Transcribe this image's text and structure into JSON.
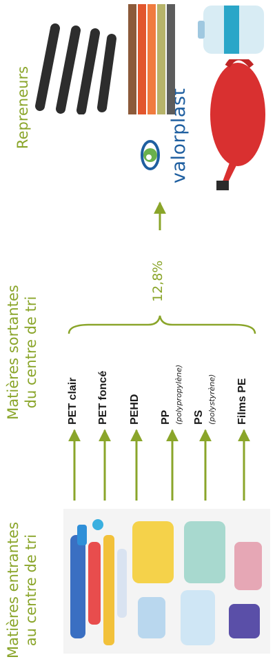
{
  "headers": {
    "incoming_line1": "Matières entrantes",
    "incoming_line2": "au centre de tri",
    "outgoing_line1": "Matières sortantes",
    "outgoing_line2": "du centre de tri",
    "buyers": "Repreneurs"
  },
  "materials": [
    {
      "name": "PET clair",
      "note": ""
    },
    {
      "name": "PET foncé",
      "note": ""
    },
    {
      "name": "PEHD",
      "note": ""
    },
    {
      "name": "PP",
      "note": "(polypropylène)"
    },
    {
      "name": "PS",
      "note": "(polystyrène)"
    },
    {
      "name": "Films PE",
      "note": ""
    }
  ],
  "percentage": "12,8%",
  "buyer_logo": "valorplast",
  "colors": {
    "accent": "#8aa52a",
    "logo_blue": "#1f5fa0",
    "logo_green": "#6ab04c"
  },
  "icons": [
    "plastic-waste-photo",
    "plastic-tubes-photo",
    "colored-bags-photo",
    "bottles-photo",
    "watering-can-photo"
  ]
}
